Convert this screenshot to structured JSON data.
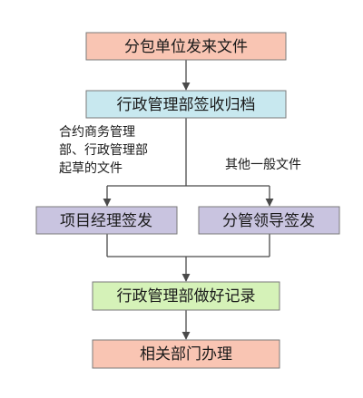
{
  "colors": {
    "pink": "#f9c5b3",
    "blue": "#c8e8ef",
    "purple": "#c9c4e0",
    "green": "#d5f2b8",
    "stroke": "#7a7a7a",
    "line": "#4a4a4a"
  },
  "nodes": {
    "n1": "分包单位发来文件",
    "n2": "行政管理部签收归档",
    "n3": "项目经理签发",
    "n4": "分管领导签发",
    "n5": "行政管理部做好记录",
    "n6": "相关部门办理"
  },
  "notes": {
    "left": [
      "合约商务管理",
      "部、行政管理部",
      "起草的文件"
    ],
    "right": "其他一般文件"
  }
}
